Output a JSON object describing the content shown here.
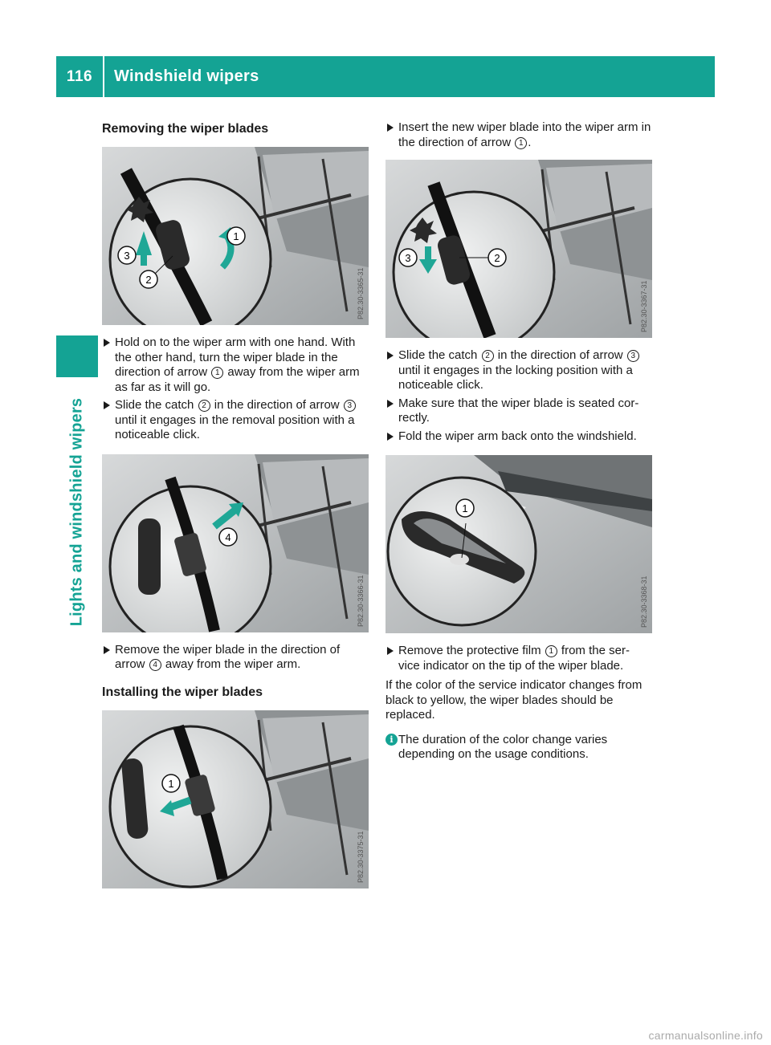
{
  "header": {
    "page_number": "116",
    "section_title": "Windshield wipers"
  },
  "side_tab": {
    "label": "Lights and windshield wipers"
  },
  "left": {
    "removing_heading": "Removing the wiper blades",
    "fig1_code": "P82.30-3365-31",
    "step1": {
      "before": "Hold on to the wiper arm with one hand. With the other hand, turn the wiper blade in the direction of arrow ",
      "n1": "1",
      "after": " away from the wiper arm as far as it will go."
    },
    "step2": {
      "before": "Slide the catch ",
      "n1": "2",
      "mid": " in the direction of arrow ",
      "n2": "3",
      "after": " until it engages in the removal position with a noticeable click."
    },
    "fig2_code": "P82.30-3366-31",
    "step3": {
      "before": "Remove the wiper blade in the direction of arrow ",
      "n1": "4",
      "after": " away from the wiper arm."
    },
    "installing_heading": "Installing the wiper blades",
    "fig3_code": "P82.30-3375-31"
  },
  "right": {
    "step1": {
      "before": "Insert the new wiper blade into the wiper arm in the direction of arrow ",
      "n1": "1",
      "after": "."
    },
    "fig4_code": "P82.30-3367-31",
    "step2": {
      "before": "Slide the catch ",
      "n1": "2",
      "mid": " in the direction of arrow ",
      "n2": "3",
      "after": " until it engages in the locking position with a noticeable click."
    },
    "step3": "Make sure that the wiper blade is seated cor- rectly.",
    "step4": "Fold the wiper arm back onto the windshield.",
    "fig5_code": "P82.30-3368-31",
    "step5": {
      "before": "Remove the protective film ",
      "n1": "1",
      "after": " from the ser- vice indicator on the tip of the wiper blade."
    },
    "paragraph": "If the color of the service indicator changes from black to yellow, the wiper blades should be replaced.",
    "info_note": "The duration of the color change varies depending on the usage conditions."
  },
  "figure_labels": {
    "one": "1",
    "two": "2",
    "three": "3",
    "four": "4"
  },
  "footer": {
    "watermark": "carmanualsonline.info"
  },
  "colors": {
    "accent": "#14a394",
    "arrow": "#1fa796"
  }
}
